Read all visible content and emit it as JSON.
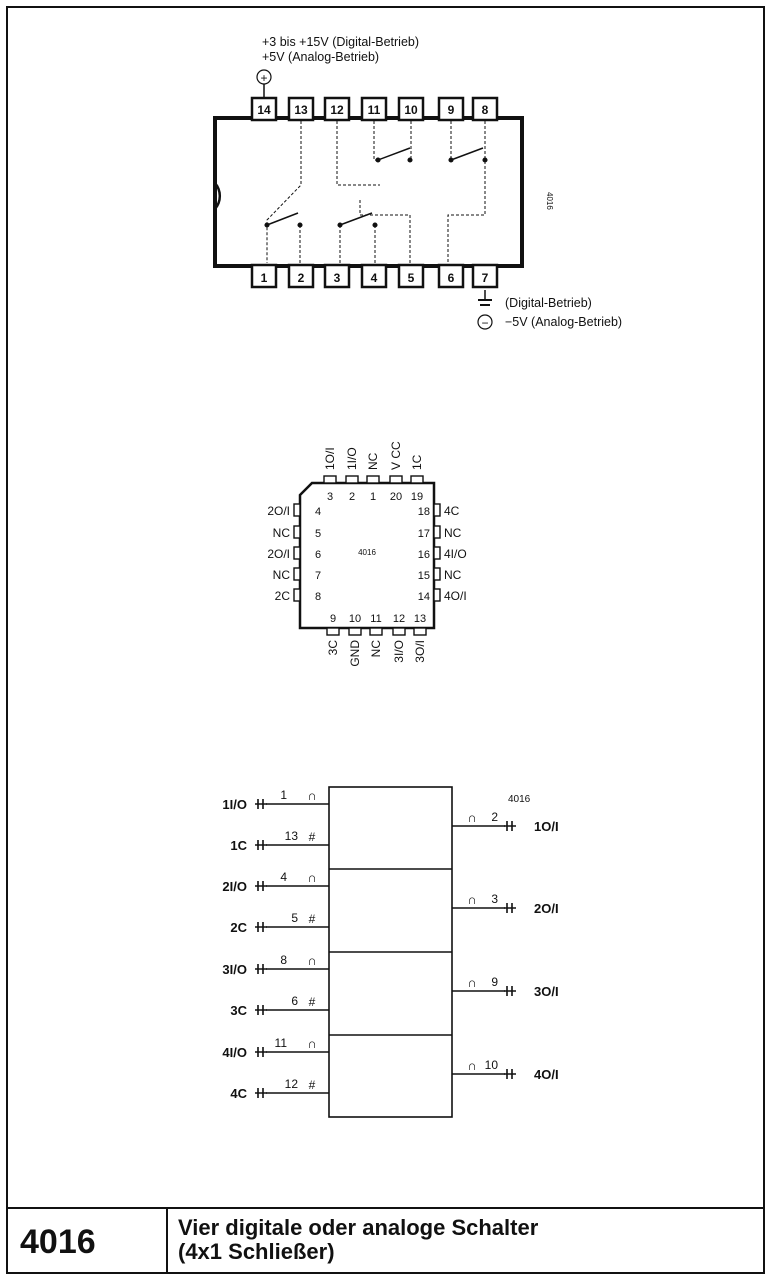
{
  "dip": {
    "supply_top": {
      "line1": "+3 bis +15V (Digital-Betrieb)",
      "line2": "+5V (Analog-Betrieb)",
      "symbol": "+"
    },
    "supply_bottom": {
      "line1": "(Digital-Betrieb)",
      "line2": "−5V (Analog-Betrieb)",
      "symbol": "−"
    },
    "chip_label": "4016",
    "top_pins": [
      "14",
      "13",
      "12",
      "11",
      "10",
      "9",
      "8"
    ],
    "bottom_pins": [
      "1",
      "2",
      "3",
      "4",
      "5",
      "6",
      "7"
    ]
  },
  "plcc": {
    "chip_label": "4016",
    "top_labels": [
      "1O/I",
      "1I/O",
      "NC",
      "V CC",
      "1C"
    ],
    "top_numbers": [
      "3",
      "2",
      "1",
      "20",
      "19"
    ],
    "left_labels": [
      "2O/I",
      "NC",
      "2O/I",
      "NC",
      "2C"
    ],
    "left_numbers": [
      "4",
      "5",
      "6",
      "7",
      "8"
    ],
    "right_labels": [
      "4C",
      "NC",
      "4I/O",
      "NC",
      "4O/I"
    ],
    "right_numbers": [
      "18",
      "17",
      "16",
      "15",
      "14"
    ],
    "bottom_numbers": [
      "9",
      "10",
      "11",
      "12",
      "13"
    ],
    "bottom_labels": [
      "3C",
      "GND",
      "NC",
      "3I/O",
      "3O/I"
    ]
  },
  "logic": {
    "chip_label": "4016",
    "channels": [
      {
        "io_label": "1I/O",
        "io_pin": "1",
        "io_sym": "∩",
        "ctrl_label": "1C",
        "ctrl_pin": "13",
        "ctrl_sym": "#",
        "out_pin": "2",
        "out_sym": "∩",
        "out_label": "1O/I"
      },
      {
        "io_label": "2I/O",
        "io_pin": "4",
        "io_sym": "∩",
        "ctrl_label": "2C",
        "ctrl_pin": "5",
        "ctrl_sym": "#",
        "out_pin": "3",
        "out_sym": "∩",
        "out_label": "2O/I"
      },
      {
        "io_label": "3I/O",
        "io_pin": "8",
        "io_sym": "∩",
        "ctrl_label": "3C",
        "ctrl_pin": "6",
        "ctrl_sym": "#",
        "out_pin": "9",
        "out_sym": "∩",
        "out_label": "3O/I"
      },
      {
        "io_label": "4I/O",
        "io_pin": "11",
        "io_sym": "∩",
        "ctrl_label": "4C",
        "ctrl_pin": "12",
        "ctrl_sym": "#",
        "out_pin": "10",
        "out_sym": "∩",
        "out_label": "4O/I"
      }
    ]
  },
  "footer": {
    "chip_number": "4016",
    "title_line1": "Vier digitale oder analoge Schalter",
    "title_line2": "(4x1 Schließer)"
  }
}
